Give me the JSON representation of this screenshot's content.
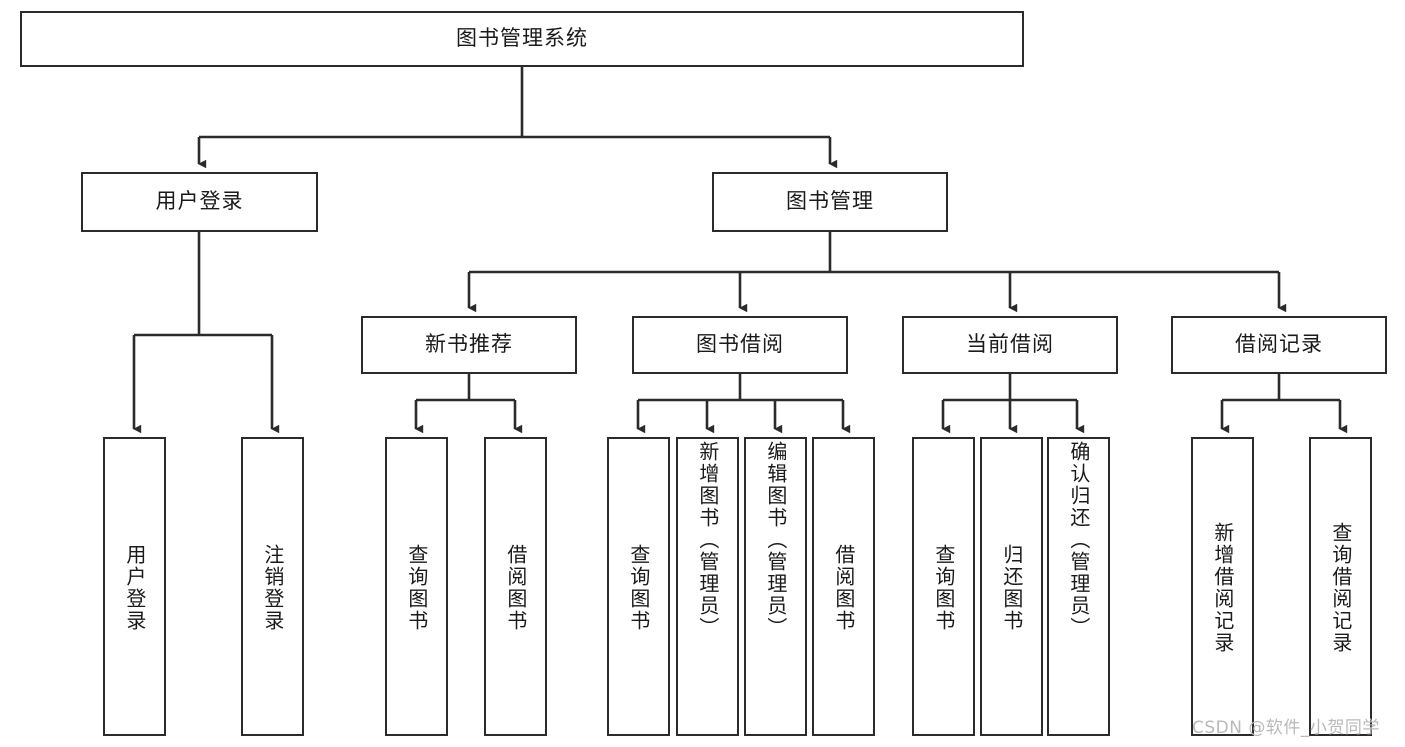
{
  "diagram": {
    "type": "tree-hierarchy",
    "title": "图书管理系统",
    "root": {
      "id": "root",
      "label": "图书管理系统"
    },
    "level2": [
      {
        "id": "user-login",
        "label": "用户登录"
      },
      {
        "id": "book-manage",
        "label": "图书管理"
      }
    ],
    "level3": [
      {
        "id": "new-book-rec",
        "label": "新书推荐",
        "parent": "book-manage"
      },
      {
        "id": "book-borrow",
        "label": "图书借阅",
        "parent": "book-manage"
      },
      {
        "id": "current-borrow",
        "label": "当前借阅",
        "parent": "book-manage"
      },
      {
        "id": "borrow-record",
        "label": "借阅记录",
        "parent": "book-manage"
      }
    ],
    "leaves": [
      {
        "id": "leaf-user-login",
        "label": "用户登录",
        "parent": "user-login"
      },
      {
        "id": "leaf-logout",
        "label": "注销登录",
        "parent": "user-login"
      },
      {
        "id": "leaf-query-book-1",
        "label": "查询图书",
        "parent": "new-book-rec"
      },
      {
        "id": "leaf-borrow-book-1",
        "label": "借阅图书",
        "parent": "new-book-rec"
      },
      {
        "id": "leaf-query-book-2",
        "label": "查询图书",
        "parent": "book-borrow"
      },
      {
        "id": "leaf-add-book",
        "label": "新增图书（管理员）",
        "parent": "book-borrow"
      },
      {
        "id": "leaf-edit-book",
        "label": "编辑图书（管理员）",
        "parent": "book-borrow"
      },
      {
        "id": "leaf-borrow-book-2",
        "label": "借阅图书",
        "parent": "book-borrow"
      },
      {
        "id": "leaf-query-book-3",
        "label": "查询图书",
        "parent": "current-borrow"
      },
      {
        "id": "leaf-return-book",
        "label": "归还图书",
        "parent": "current-borrow"
      },
      {
        "id": "leaf-confirm-return",
        "label": "确认归还（管理员）",
        "parent": "current-borrow"
      },
      {
        "id": "leaf-add-record",
        "label": "新增借阅记录",
        "parent": "borrow-record"
      },
      {
        "id": "leaf-query-record",
        "label": "查询借阅记录",
        "parent": "borrow-record"
      }
    ]
  },
  "watermark": {
    "text": "CSDN @软件_小贺同学"
  },
  "colors": {
    "stroke": "#2b2b2b",
    "fill": "#ffffff",
    "text": "#1a1a1a",
    "watermark": "#b9b9b9"
  }
}
